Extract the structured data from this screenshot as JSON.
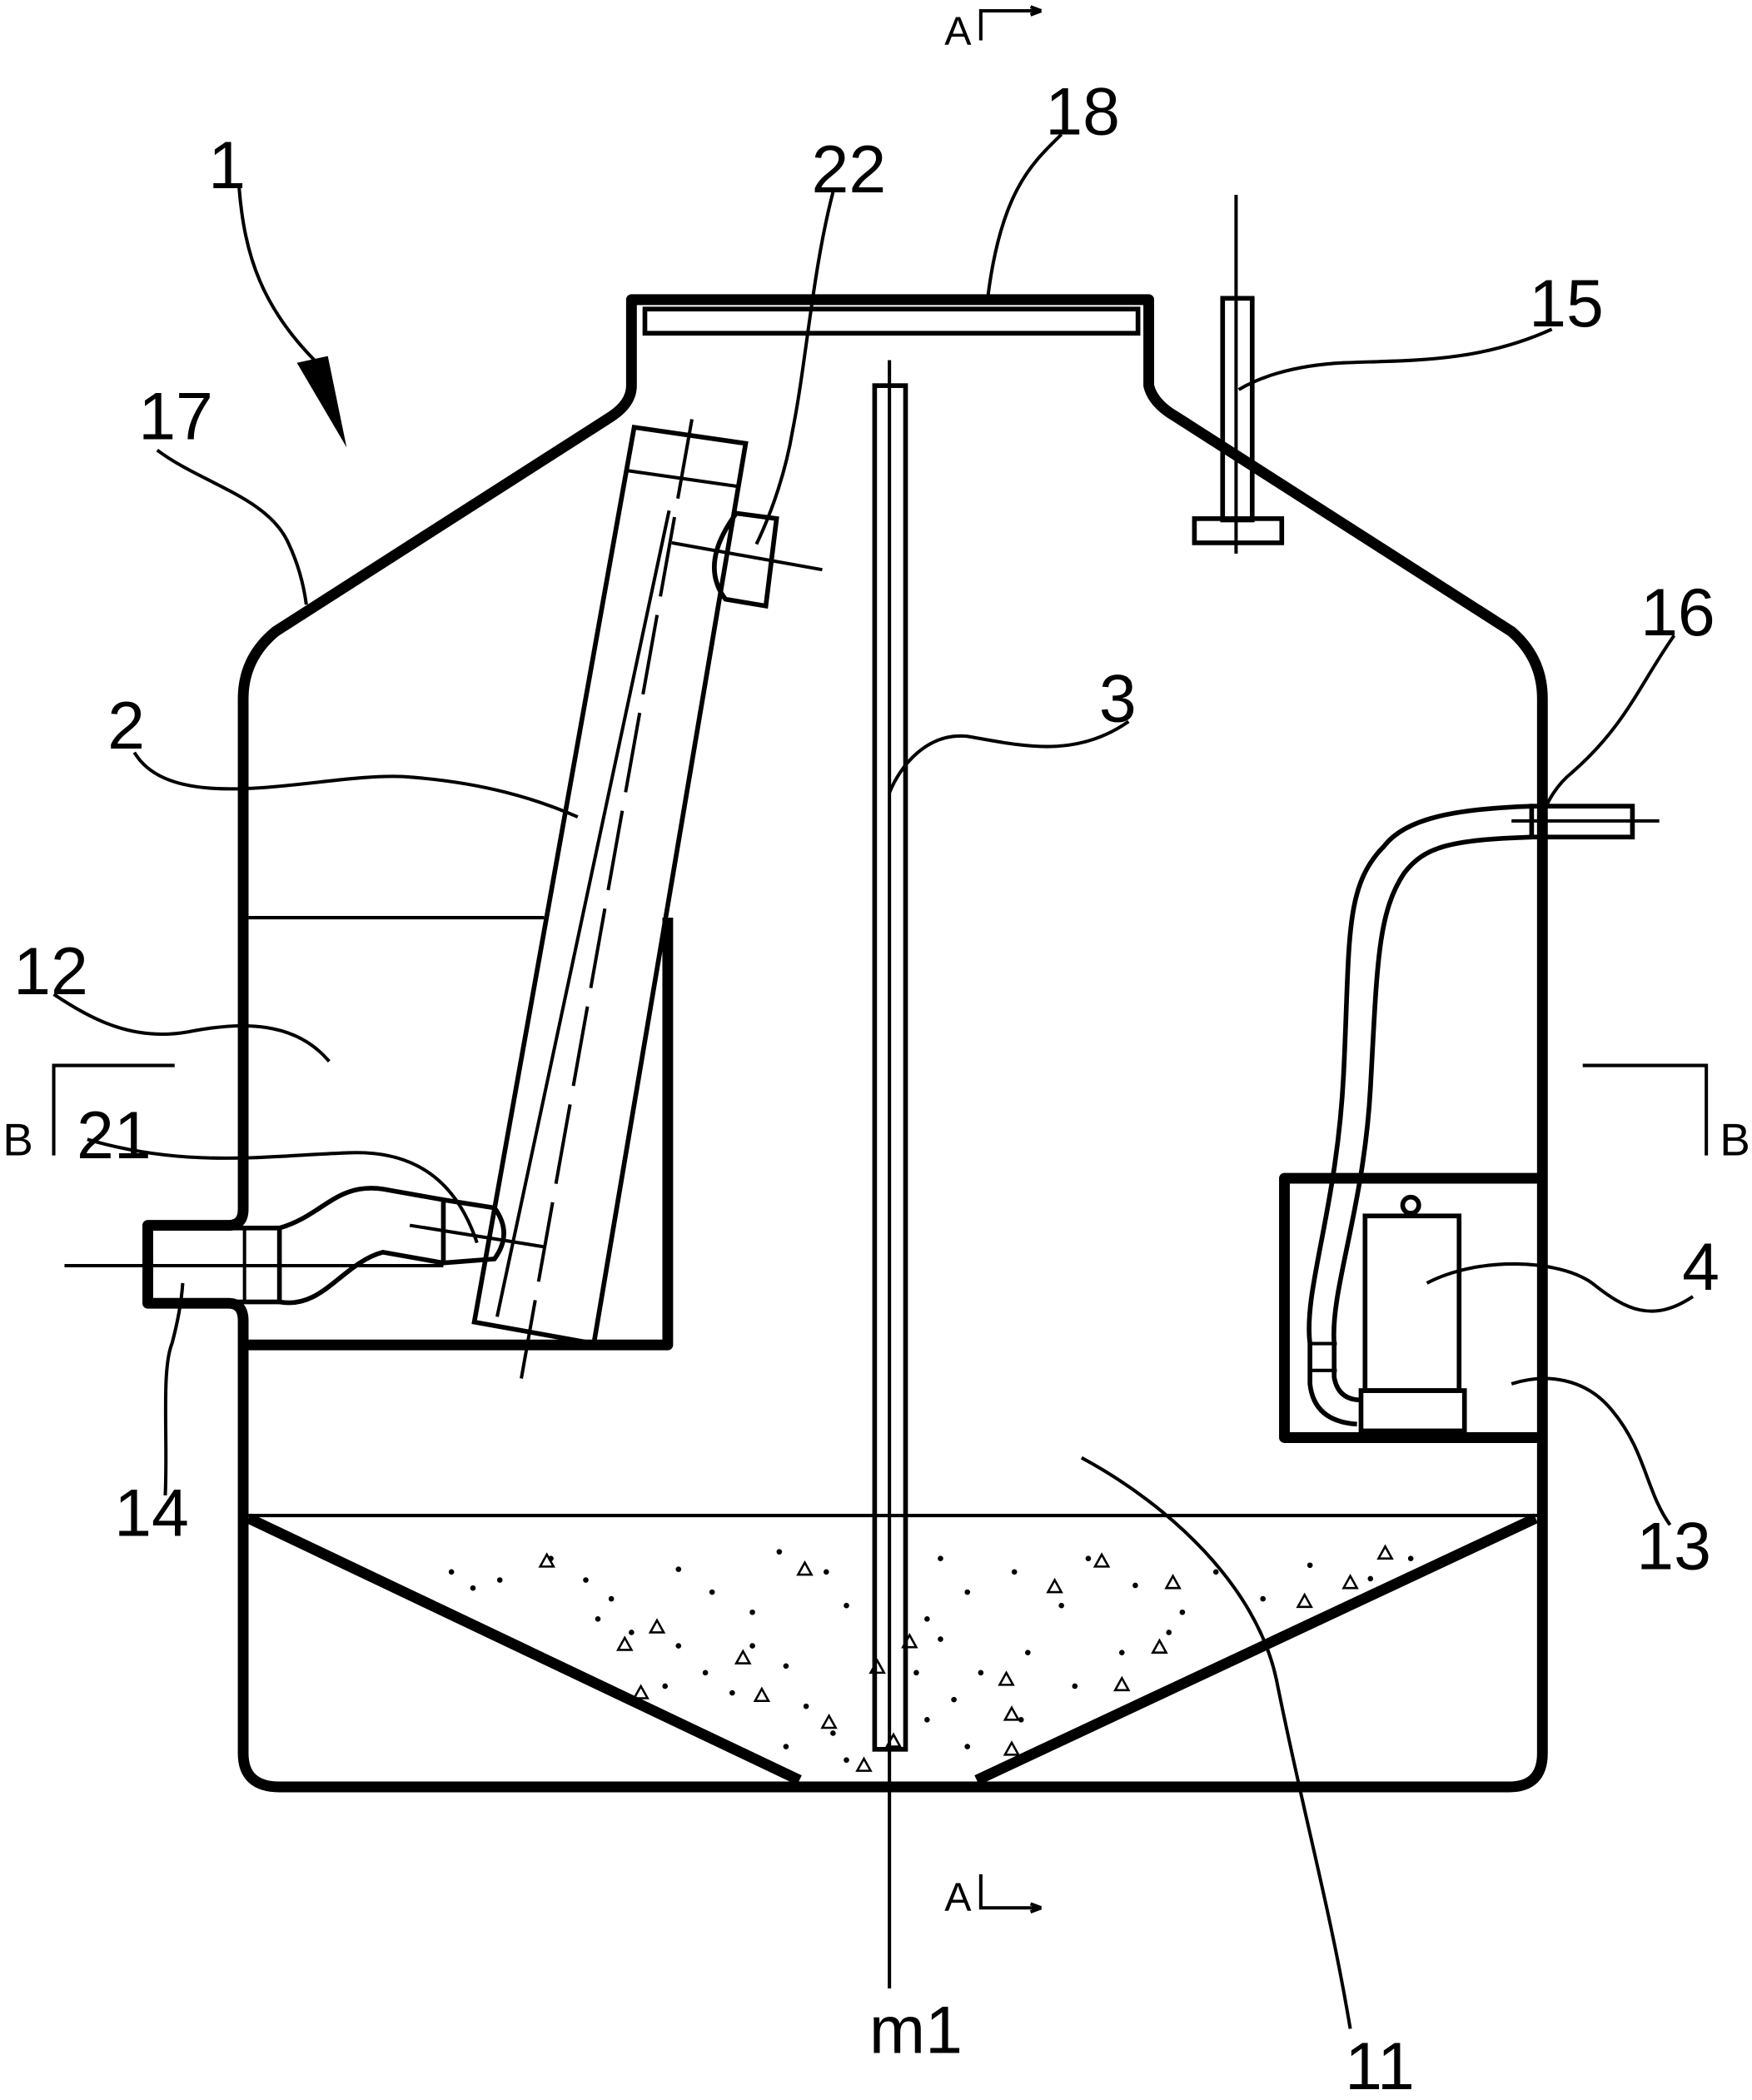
{
  "labels": {
    "ref_1": "1",
    "ref_18": "18",
    "ref_22": "22",
    "ref_15": "15",
    "ref_17": "17",
    "ref_2": "2",
    "ref_3": "3",
    "ref_16": "16",
    "ref_12": "12",
    "ref_21": "21",
    "ref_4": "4",
    "ref_13": "13",
    "ref_14": "14",
    "ref_11": "11",
    "ref_m1": "m1",
    "section_a": "A",
    "section_b": "B"
  }
}
